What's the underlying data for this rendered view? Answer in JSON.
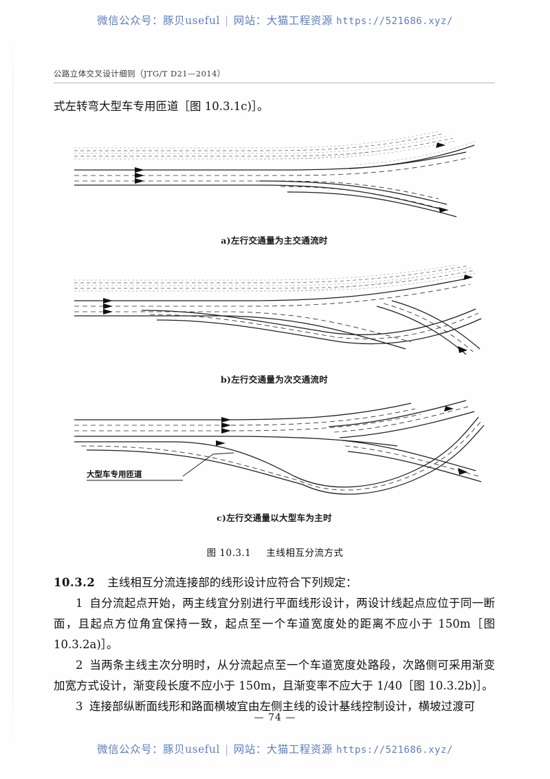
{
  "watermark": {
    "wechat_label": "微信公众号：",
    "wechat_name": "豚贝useful",
    "separator": "|",
    "site_label": "网站：",
    "site_name": "大猫工程资源",
    "url": "https://521686.xyz/",
    "color": "#4a6db5"
  },
  "running_header": {
    "text": "公路立体交叉设计细则（JTG/T D21—2014）"
  },
  "lead_text": {
    "line": "式左转弯大型车专用匝道［图 10.3.1c)］。"
  },
  "figure": {
    "captions": {
      "a": "a)左行交通量为主交通流时",
      "b": "b)左行交通量为次交通流时",
      "c": "c)左行交通量以大型车为主时"
    },
    "inline_label": "大型车专用匝道",
    "title_number": "图 10.3.1",
    "title_text": "主线相互分流方式"
  },
  "section": {
    "number": "10.3.2",
    "heading": "主线相互分流连接部的线形设计应符合下列规定：",
    "items": [
      {
        "no": "1",
        "text": "自分流起点开始，两主线宜分别进行平面线形设计，两设计线起点应位于同一断面，且起点方位角宜保持一致，起点至一个车道宽度处的距离不应小于 150m［图 10.3.2a)］。"
      },
      {
        "no": "2",
        "text": "当两条主线主次分明时，从分流起点至一个车道宽度处路段，次路侧可采用渐变加宽方式设计，渐变段长度不应小于 150m，且渐变率不应大于 1/40［图 10.3.2b)］。"
      },
      {
        "no": "3",
        "text": "连接部纵断面线形和路面横坡宜由左侧主线的设计基线控制设计，横坡过渡可"
      }
    ]
  },
  "page_number": "— 74 —"
}
